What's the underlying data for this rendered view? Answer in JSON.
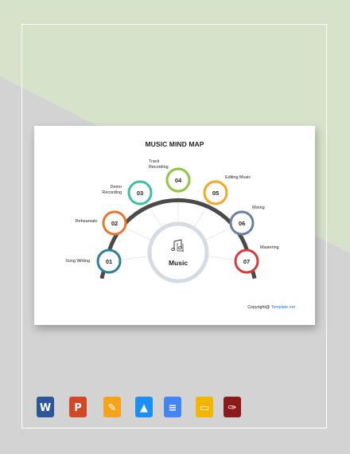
{
  "title": "MUSIC MIND MAP",
  "center": {
    "label": "Music",
    "icon": "music-notes-icon"
  },
  "nodes": [
    {
      "num": "01",
      "label": "Song Writing",
      "color": "#2f7f9b"
    },
    {
      "num": "02",
      "label": "Rehearsals",
      "color": "#e8772e"
    },
    {
      "num": "03",
      "label": "Demo Recording",
      "color": "#3ebea8"
    },
    {
      "num": "04",
      "label": "Track Recording",
      "color": "#8dc63f"
    },
    {
      "num": "05",
      "label": "Editing Music",
      "color": "#f5a623"
    },
    {
      "num": "06",
      "label": "Mixing",
      "color": "#6b7f9e"
    },
    {
      "num": "07",
      "label": "Mastering",
      "color": "#d33c3c"
    }
  ],
  "copyright": {
    "prefix": "Copyright@ ",
    "link": "Template.net"
  },
  "apps": [
    {
      "name": "word-icon",
      "color": "#2b579a",
      "glyph": "W"
    },
    {
      "name": "powerpoint-icon",
      "color": "#d24726",
      "glyph": "P"
    },
    {
      "name": "pages-icon",
      "color": "#f7a21b",
      "glyph": "✎"
    },
    {
      "name": "keynote-icon",
      "color": "#1d8ef5",
      "glyph": "▲"
    },
    {
      "name": "google-docs-icon",
      "color": "#4285f4",
      "glyph": "≡"
    },
    {
      "name": "google-slides-icon",
      "color": "#f4b400",
      "glyph": "▭"
    },
    {
      "name": "pdf-icon",
      "color": "#8b1a1a",
      "glyph": "✑"
    }
  ],
  "colors": {
    "arc": "#4a4a4a",
    "hub_ring": "#d5dbe3"
  }
}
